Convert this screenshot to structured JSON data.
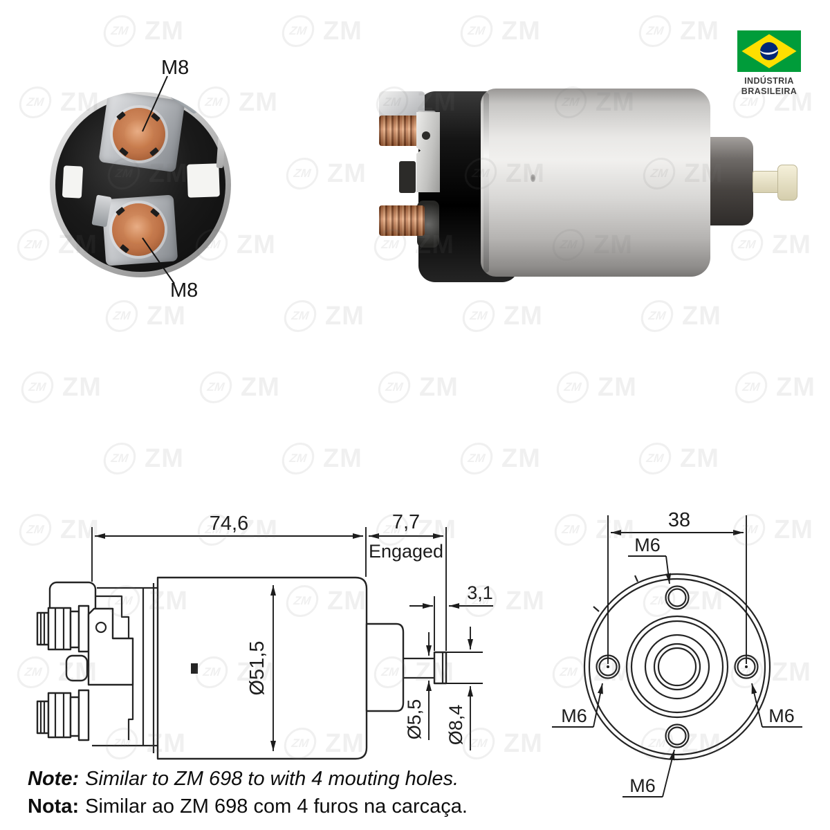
{
  "brand_badge": {
    "line1": "INDÚSTRIA",
    "line2": "BRASILEIRA",
    "flag_colors": {
      "green": "#009C3A",
      "yellow": "#FEDF00",
      "blue": "#002776"
    }
  },
  "watermark": {
    "icon_label": "ZM",
    "text": "ZM"
  },
  "end_view_photo": {
    "top_terminal_label": "M8",
    "bottom_terminal_label": "M8"
  },
  "side_drawing": {
    "length_total": "74,6",
    "length_engaged": "7,7",
    "engaged_caption": "Engaged",
    "tip_length": "3,1",
    "body_diameter": "Ø51,5",
    "shaft_diameter": "Ø5,5",
    "tip_diameter": "Ø8,4"
  },
  "end_drawing": {
    "hole_spacing": "38",
    "hole_thread_labels": [
      "M6",
      "M6",
      "M6",
      "M6"
    ]
  },
  "notes": {
    "line1_label": "Note:",
    "line1_text": "Similar to ZM 698 to with 4 mouting holes.",
    "line2_label": "Nota:",
    "line2_text": "Similar ao ZM 698 com 4 furos na carcaça."
  },
  "colors": {
    "line": "#242424",
    "copper": "#c07448",
    "steel_light": "#e9e8e6",
    "steel_dark": "#787674"
  }
}
